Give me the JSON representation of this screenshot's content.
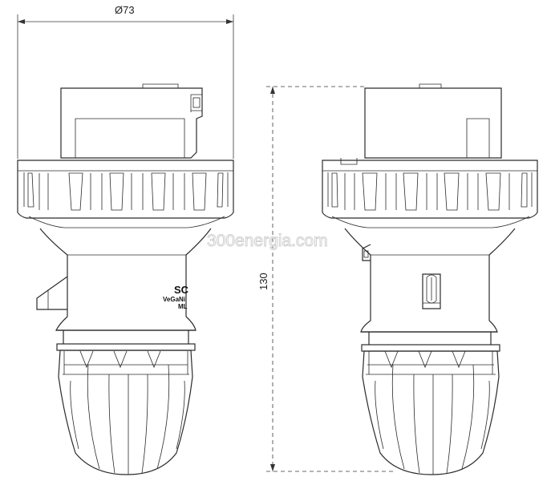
{
  "dimensions": {
    "diameter_label": "Ø73",
    "height_label": "130"
  },
  "marking": {
    "line1": "SC",
    "line2": "VeGaNi",
    "line3": "ML"
  },
  "watermark": "300energia.com"
}
